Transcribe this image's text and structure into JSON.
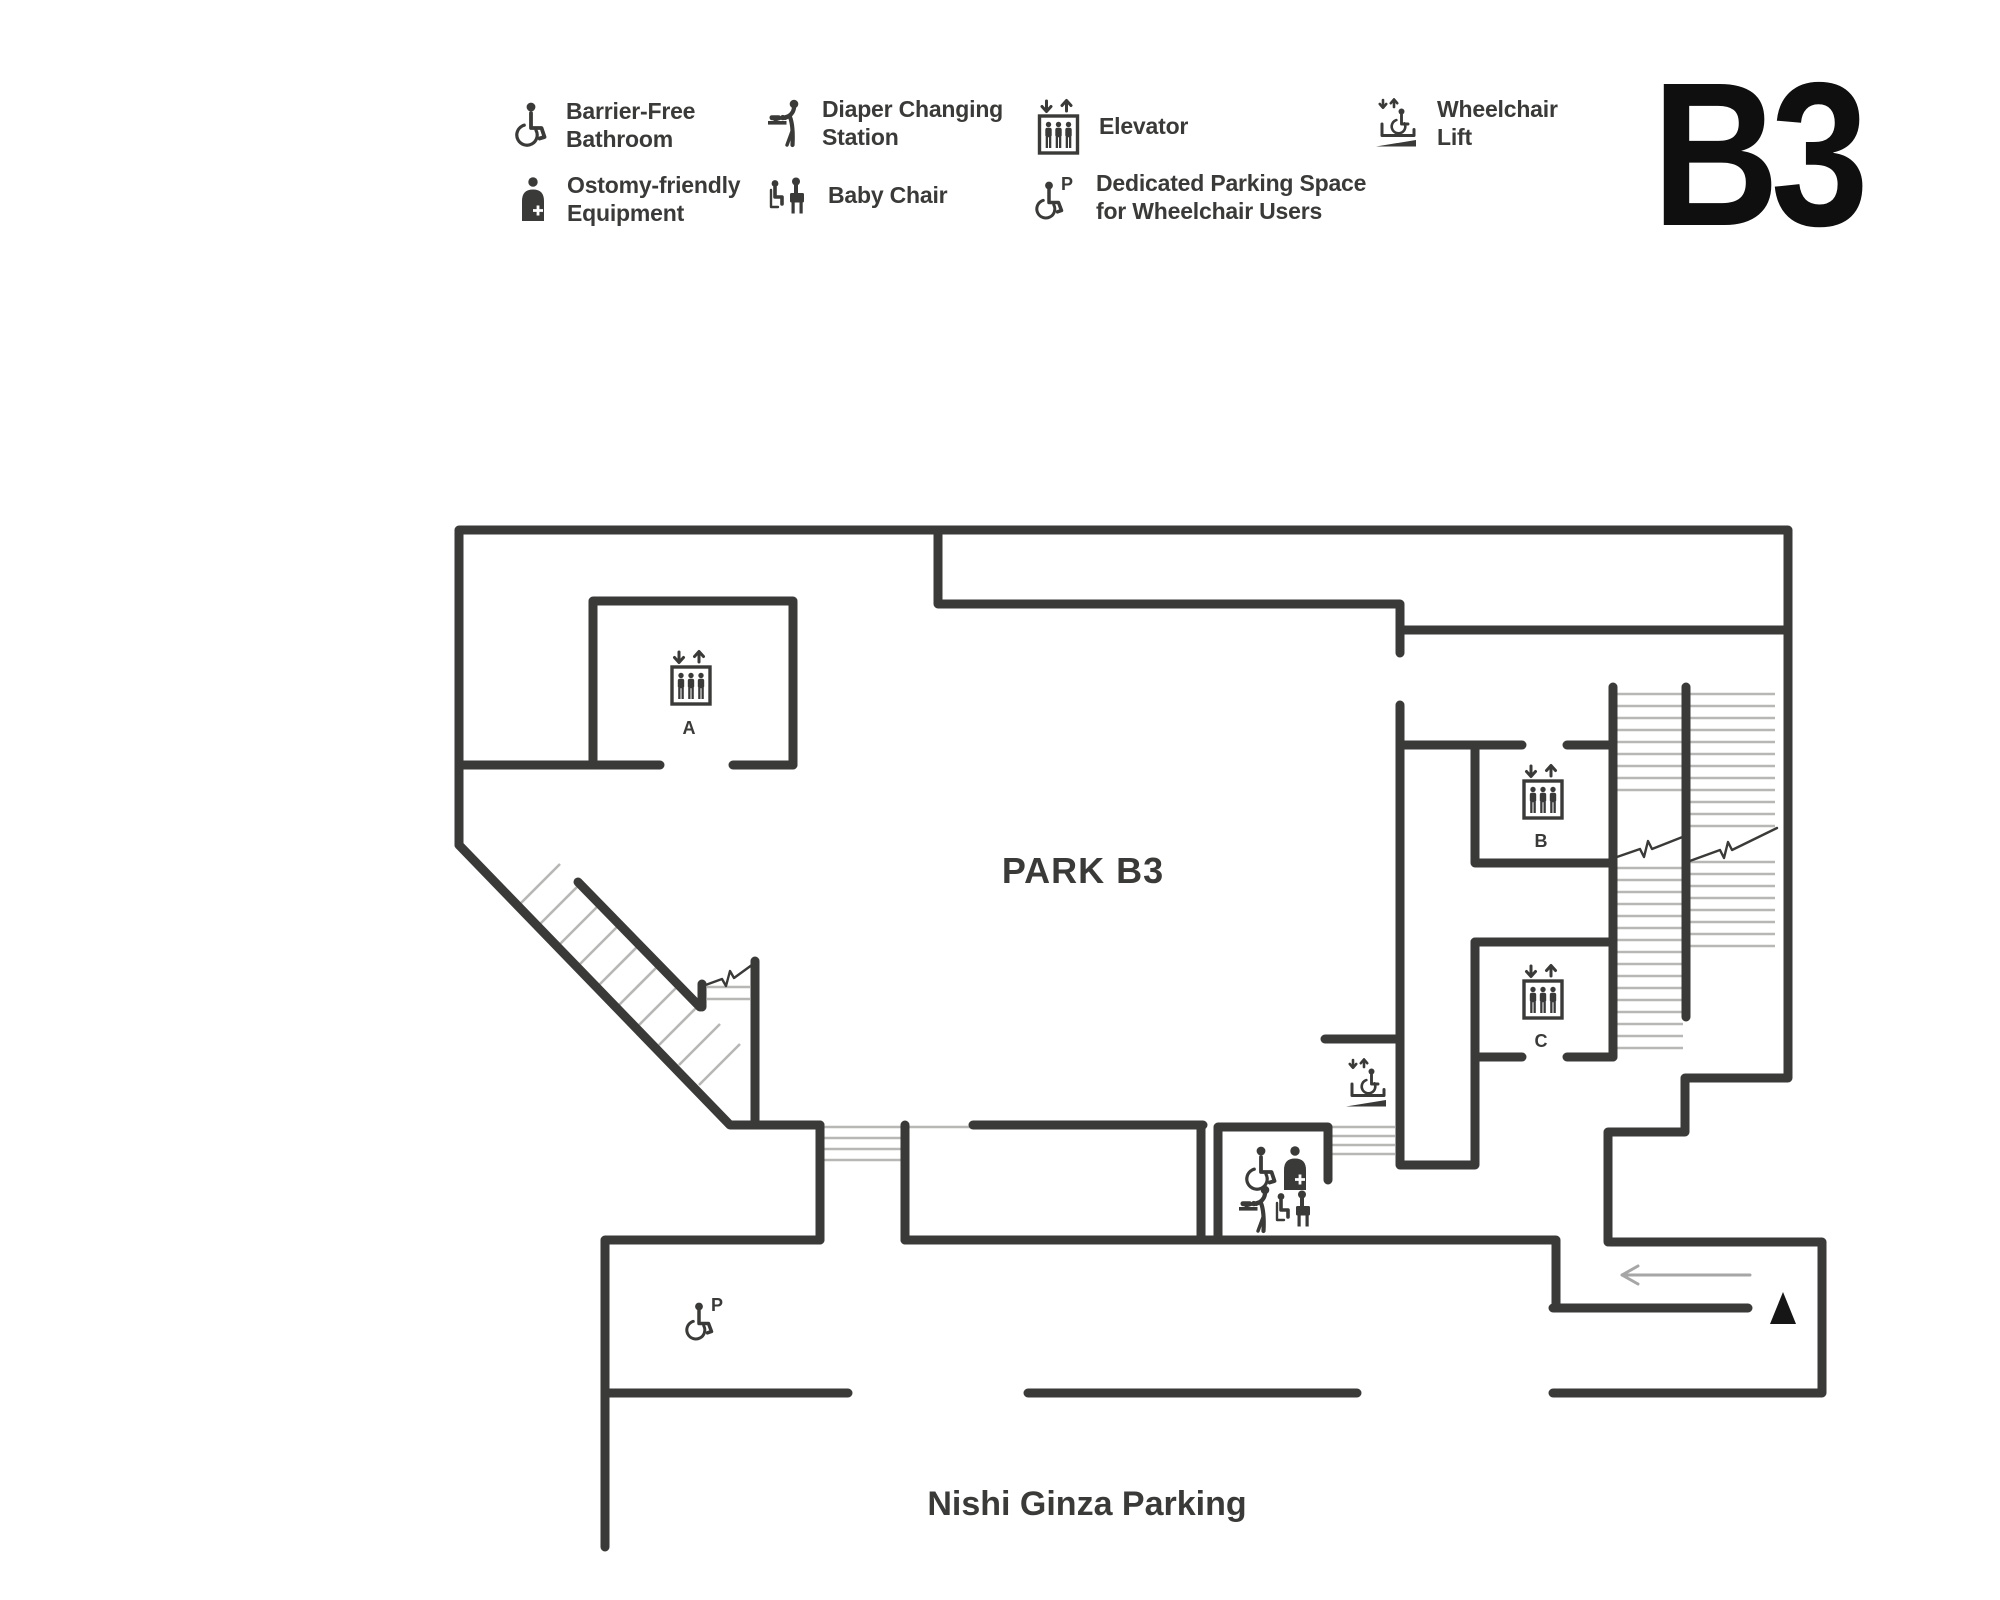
{
  "floor_label": "B3",
  "legend": {
    "items": [
      {
        "icon": "barrier-free-bathroom-icon",
        "label": "Barrier-Free\nBathroom"
      },
      {
        "icon": "diaper-changing-icon",
        "label": "Diaper Changing\nStation"
      },
      {
        "icon": "elevator-icon",
        "label": "Elevator"
      },
      {
        "icon": "wheelchair-lift-icon",
        "label": "Wheelchair\nLift"
      },
      {
        "icon": "ostomy-equipment-icon",
        "label": "Ostomy-friendly\nEquipment"
      },
      {
        "icon": "baby-chair-icon",
        "label": "Baby Chair"
      },
      {
        "icon": "wheelchair-parking-icon",
        "label": "Dedicated Parking Space\nfor Wheelchair Users"
      }
    ]
  },
  "map": {
    "area_label": "PARK B3",
    "facility_name": "Nishi Ginza Parking",
    "elevators": [
      "A",
      "B",
      "C"
    ]
  },
  "colors": {
    "wall": "#3a3a38",
    "tread_gray": "#b7b7b5",
    "arrow_gray": "#a6a6a6",
    "text": "#3a3a38",
    "floor_label_black": "#0f0f0f",
    "background": "#ffffff"
  }
}
